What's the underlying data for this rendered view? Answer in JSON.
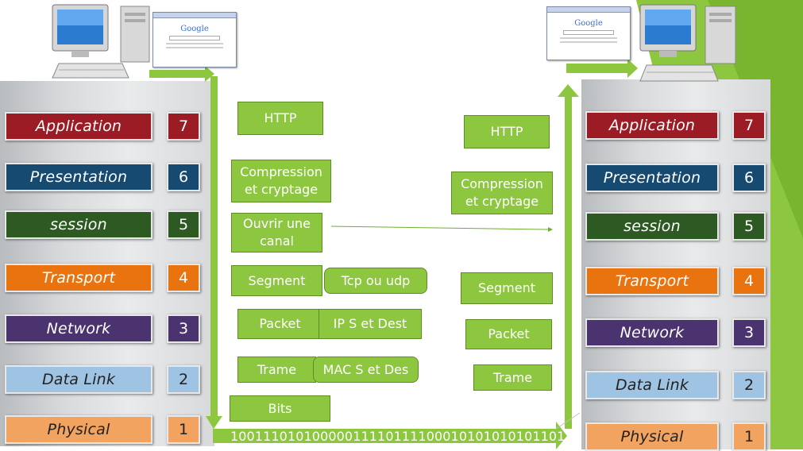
{
  "colors": {
    "application": "#9b1c24",
    "presentation": "#174a70",
    "session": "#2c5a22",
    "transport": "#e8730f",
    "network": "#4a336e",
    "datalink": "#9fc3e3",
    "physical": "#f2a35f",
    "green": "#8dc63f"
  },
  "layers": [
    {
      "name": "Application",
      "num": "7"
    },
    {
      "name": "Presentation",
      "num": "6"
    },
    {
      "name": "session",
      "num": "5"
    },
    {
      "name": "Transport",
      "num": "4"
    },
    {
      "name": "Network",
      "num": "3"
    },
    {
      "name": "Data Link",
      "num": "2"
    },
    {
      "name": "Physical",
      "num": "1"
    }
  ],
  "sender": {
    "http": "HTTP",
    "compression": "Compression\net cryptage",
    "ouvrir": "Ouvrir une\ncanal",
    "segment": "Segment",
    "tcp": "Tcp ou udp",
    "packet": "Packet",
    "ip": "IP S et Dest",
    "trame": "Trame",
    "mac": "MAC S et Des",
    "bits": "Bits"
  },
  "receiver": {
    "http": "HTTP",
    "compression": "Compression\net cryptage",
    "segment": "Segment",
    "packet": "Packet",
    "trame": "Trame"
  },
  "bitstream": "10011101010000011110111100010101010101101",
  "browser": {
    "logo": "Google"
  }
}
